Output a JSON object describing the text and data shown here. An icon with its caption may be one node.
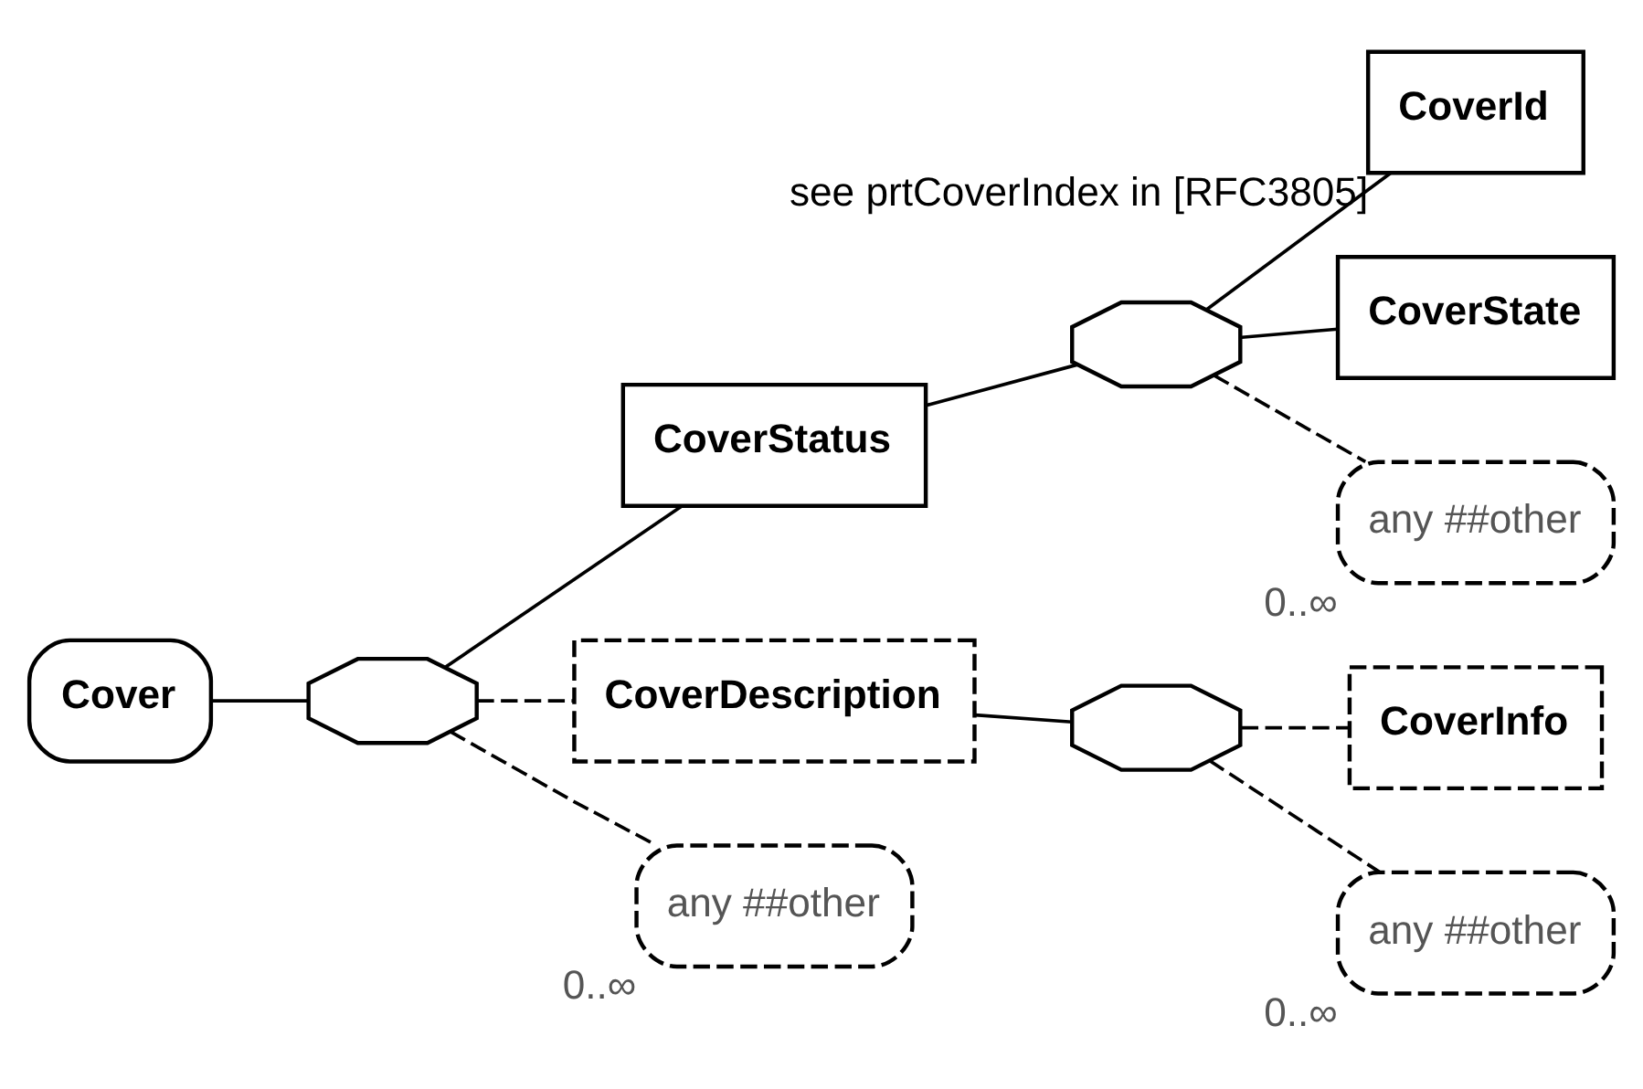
{
  "diagram": {
    "nodes": [
      {
        "text": [
          "Cover"
        ]
      },
      {
        "text": [],
        "shape": "octagon"
      },
      {
        "text": [
          "CoverStatus"
        ]
      },
      {
        "text": [],
        "shape": "octagon"
      },
      {
        "text": [
          "CoverId"
        ],
        "beside": [
          "see prtCoverIndex in [RFC3805]"
        ]
      },
      {
        "text": [
          "CoverState"
        ]
      },
      {
        "text": [
          "any ##other"
        ],
        "beside": [
          "0..∞"
        ]
      },
      {
        "text": [
          "CoverDescription"
        ]
      },
      {
        "text": [],
        "shape": "octagon"
      },
      {
        "text": [
          "CoverInfo"
        ]
      },
      {
        "text": [
          "any ##other"
        ],
        "beside": [
          "0..∞"
        ]
      },
      {
        "text": [
          "any ##other"
        ],
        "beside": [
          "0..∞"
        ]
      }
    ],
    "edges": [
      {
        "from": 0,
        "to": 1,
        "arrow": "none"
      },
      {
        "from": 1,
        "to": 2,
        "arrow": "none"
      },
      {
        "from": 1,
        "to": 7,
        "arrow": "none",
        "style": "dashed"
      },
      {
        "from": 1,
        "to": 11,
        "arrow": "none",
        "style": "dashed"
      },
      {
        "from": 2,
        "to": 3,
        "arrow": "none"
      },
      {
        "from": 3,
        "to": 4,
        "arrow": "none"
      },
      {
        "from": 3,
        "to": 5,
        "arrow": "none"
      },
      {
        "from": 3,
        "to": 6,
        "arrow": "none",
        "style": "dashed"
      },
      {
        "from": 7,
        "to": 8,
        "arrow": "none"
      },
      {
        "from": 8,
        "to": 9,
        "arrow": "none",
        "style": "dashed"
      },
      {
        "from": 8,
        "to": 10,
        "arrow": "none",
        "style": "dashed"
      }
    ]
  }
}
